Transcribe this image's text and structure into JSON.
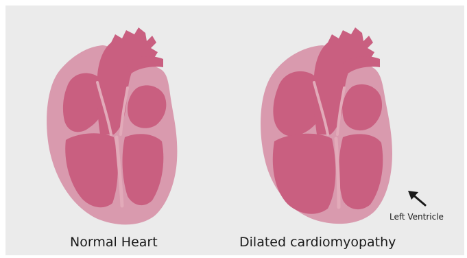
{
  "captions": {
    "normal": "Normal Heart",
    "dilated": "Dilated cardiomyopathy"
  },
  "annotation": {
    "label": "Left Ventricle",
    "icon": "arrow-up-left-icon"
  },
  "colors": {
    "background": "#ebebeb",
    "outer_wall": "#d99aae",
    "chamber": "#c95f80",
    "vessel": "#c95f80",
    "septum_line": "#e2aab9"
  }
}
